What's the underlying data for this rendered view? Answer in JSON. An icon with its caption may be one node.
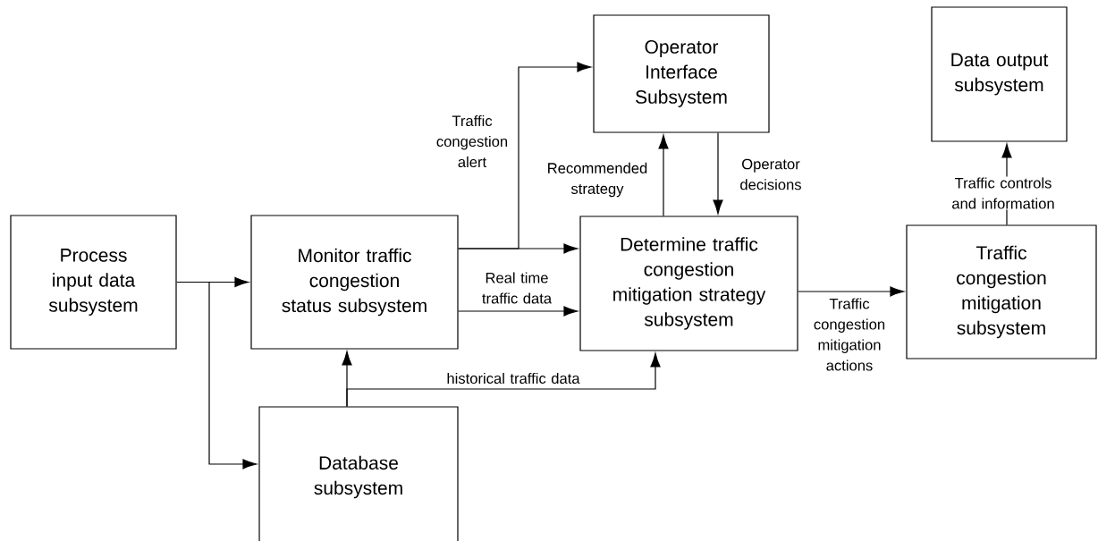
{
  "diagram": {
    "nodes": [
      {
        "text": [
          "Process input data subsystem"
        ]
      },
      {
        "text": [
          "Monitor traffic congestion status subsystem"
        ]
      },
      {
        "text": [
          "Operator Interface Subsystem"
        ]
      },
      {
        "text": [
          "Data output subsystem"
        ]
      },
      {
        "text": [
          "Determine traffic congestion mitigation strategy subsystem"
        ]
      },
      {
        "text": [
          "Traffic congestion mitigation subsystem"
        ]
      },
      {
        "text": [
          "Database subsystem"
        ]
      }
    ],
    "edges": [
      {
        "from": 0,
        "to": 1,
        "arrow": "to"
      },
      {
        "from": 0,
        "to": 6,
        "arrow": "to"
      },
      {
        "from": 1,
        "to": 4,
        "arrow": "to"
      },
      {
        "from": 1,
        "to": 2,
        "arrow": "to",
        "label": "Traffic congestion alert"
      },
      {
        "from": 1,
        "to": 4,
        "arrow": "to",
        "label": "Real time traffic data"
      },
      {
        "from": 6,
        "to": 1,
        "arrow": "to"
      },
      {
        "from": 6,
        "to": 4,
        "arrow": "to",
        "label": "historical traffic data"
      },
      {
        "from": 4,
        "to": 2,
        "arrow": "to",
        "label": "Recommended strategy"
      },
      {
        "from": 2,
        "to": 4,
        "arrow": "to",
        "label": "Operator decisions"
      },
      {
        "from": 4,
        "to": 5,
        "arrow": "to",
        "label": "Traffic congestion mitigation actions"
      },
      {
        "from": 5,
        "to": 3,
        "arrow": "to",
        "label": "Traffic controls and information"
      }
    ]
  }
}
